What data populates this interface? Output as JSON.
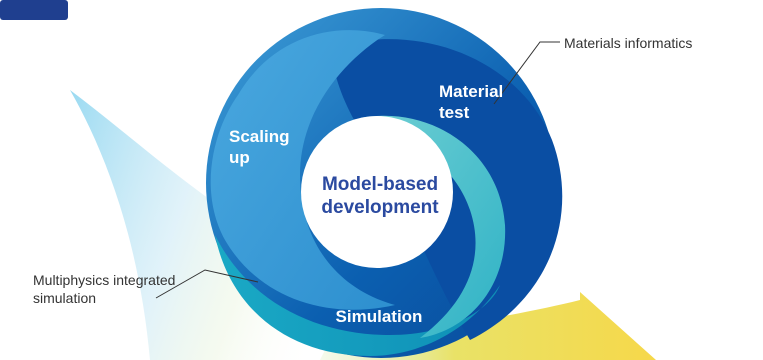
{
  "diagram": {
    "center": {
      "line1": "Model-based",
      "line2": "development"
    },
    "segments": {
      "material_test": {
        "line1": "Material",
        "line2": "test"
      },
      "scaling_up": {
        "line1": "Scaling",
        "line2": "up"
      },
      "simulation": "Simulation"
    },
    "callouts": {
      "materials_informatics": "Materials informatics",
      "multiphysics": {
        "line1": "Multiphysics integrated",
        "line2": "simulation"
      }
    }
  },
  "colors": {
    "corner_tab": "#1f3f8f",
    "outer_ring": "#0b5fb0",
    "material_test": "#0a4ea3",
    "scaling_up": "#3a93d0",
    "simulation": "#14a0be",
    "inner_swirl": "#4bbfca",
    "center_text": "#2b4aa0",
    "arrow_yellow": "#f6d84a"
  }
}
